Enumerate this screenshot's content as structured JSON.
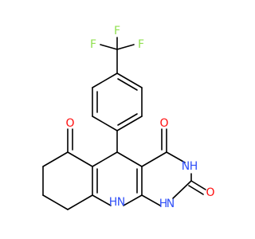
{
  "molecule": {
    "atoms": {
      "f_top": "F",
      "f_left": "F",
      "f_right": "F",
      "o_ketone": "O",
      "o_upper": "O",
      "o_lower": "O",
      "nh_upper": "N",
      "nh_upper_h": "H",
      "nh_lower": "N",
      "nh_lower_h": "H",
      "nh_bridge": "N",
      "nh_bridge_h": "H"
    },
    "colors": {
      "bond": "#000000",
      "oxygen": "#ff0d0d",
      "nitrogen": "#3050f8",
      "fluorine": "#90e050"
    }
  }
}
